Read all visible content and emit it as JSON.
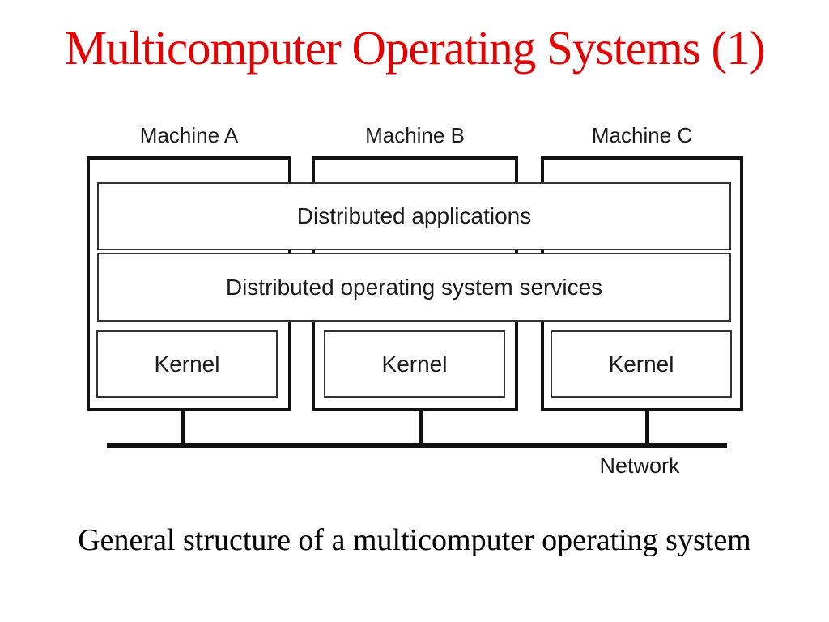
{
  "slide": {
    "title": "Multicomputer Operating Systems (1)",
    "caption": "General structure of a multicomputer operating system"
  },
  "diagram": {
    "machines": [
      {
        "label": "Machine A"
      },
      {
        "label": "Machine B"
      },
      {
        "label": "Machine C"
      }
    ],
    "layers": {
      "applications": "Distributed applications",
      "services": "Distributed operating system services"
    },
    "kernels": [
      "Kernel",
      "Kernel",
      "Kernel"
    ],
    "network_label": "Network",
    "colors": {
      "title_red": "#e60000",
      "line_black": "#111111",
      "background": "#ffffff"
    }
  }
}
